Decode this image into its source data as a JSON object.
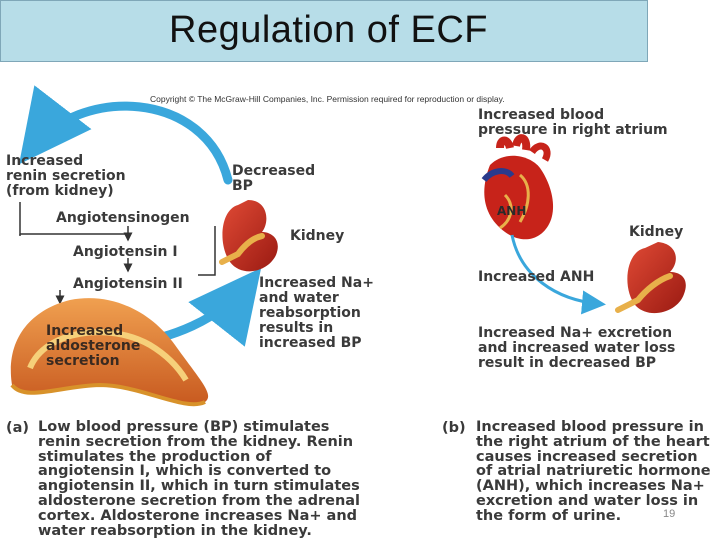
{
  "slide": {
    "title": "Regulation of ECF",
    "copyright": "Copyright © The McGraw-Hill Companies, Inc. Permission required for reproduction or display.",
    "page_number": "19"
  },
  "diagram_a": {
    "renin": "Increased\nrenin secretion\n(from kidney)",
    "decreased_bp": "Decreased\nBP",
    "angiotensinogen": "Angiotensinogen",
    "angiotensin1": "Angiotensin I",
    "angiotensin2": "Angiotensin II",
    "kidney": "Kidney",
    "reabsorption": "Increased Na+\nand water\nreabsorption\nresults in\nincreased BP",
    "aldosterone": "Increased\naldosterone\nsecretion"
  },
  "diagram_b": {
    "pressure": "Increased blood\npressure in right atrium",
    "anh_heart": "ANH",
    "kidney": "Kidney",
    "increased_anh": "Increased ANH",
    "excretion": "Increased Na+ excretion\nand increased water loss\nresult in decreased BP"
  },
  "captions": {
    "a_tag": "(a)",
    "a_text": "Low blood pressure (BP) stimulates\nrenin secretion from the kidney. Renin\nstimulates the production of\nangiotensin I, which is converted to\nangiotensin II, which in turn stimulates\naldosterone secretion from the adrenal\ncortex. Aldosterone increases Na+ and\nwater reabsorption in the kidney.",
    "b_tag": "(b)",
    "b_text": "Increased blood pressure in\nthe right atrium of the heart\ncauses increased secretion\nof atrial natriuretic hormone\n(ANH), which increases Na+\nexcretion and water loss in\nthe form of urine."
  },
  "colors": {
    "title_bg": "#b7dde8",
    "arrow_blue": "#3aa7dc",
    "kidney_red": "#c0281c",
    "adrenal_orange": "#e0792c",
    "label_gray": "#3a3a3a"
  },
  "icons": [
    "kidney-icon",
    "adrenal-gland-icon",
    "heart-icon",
    "curved-arrow-icon"
  ]
}
